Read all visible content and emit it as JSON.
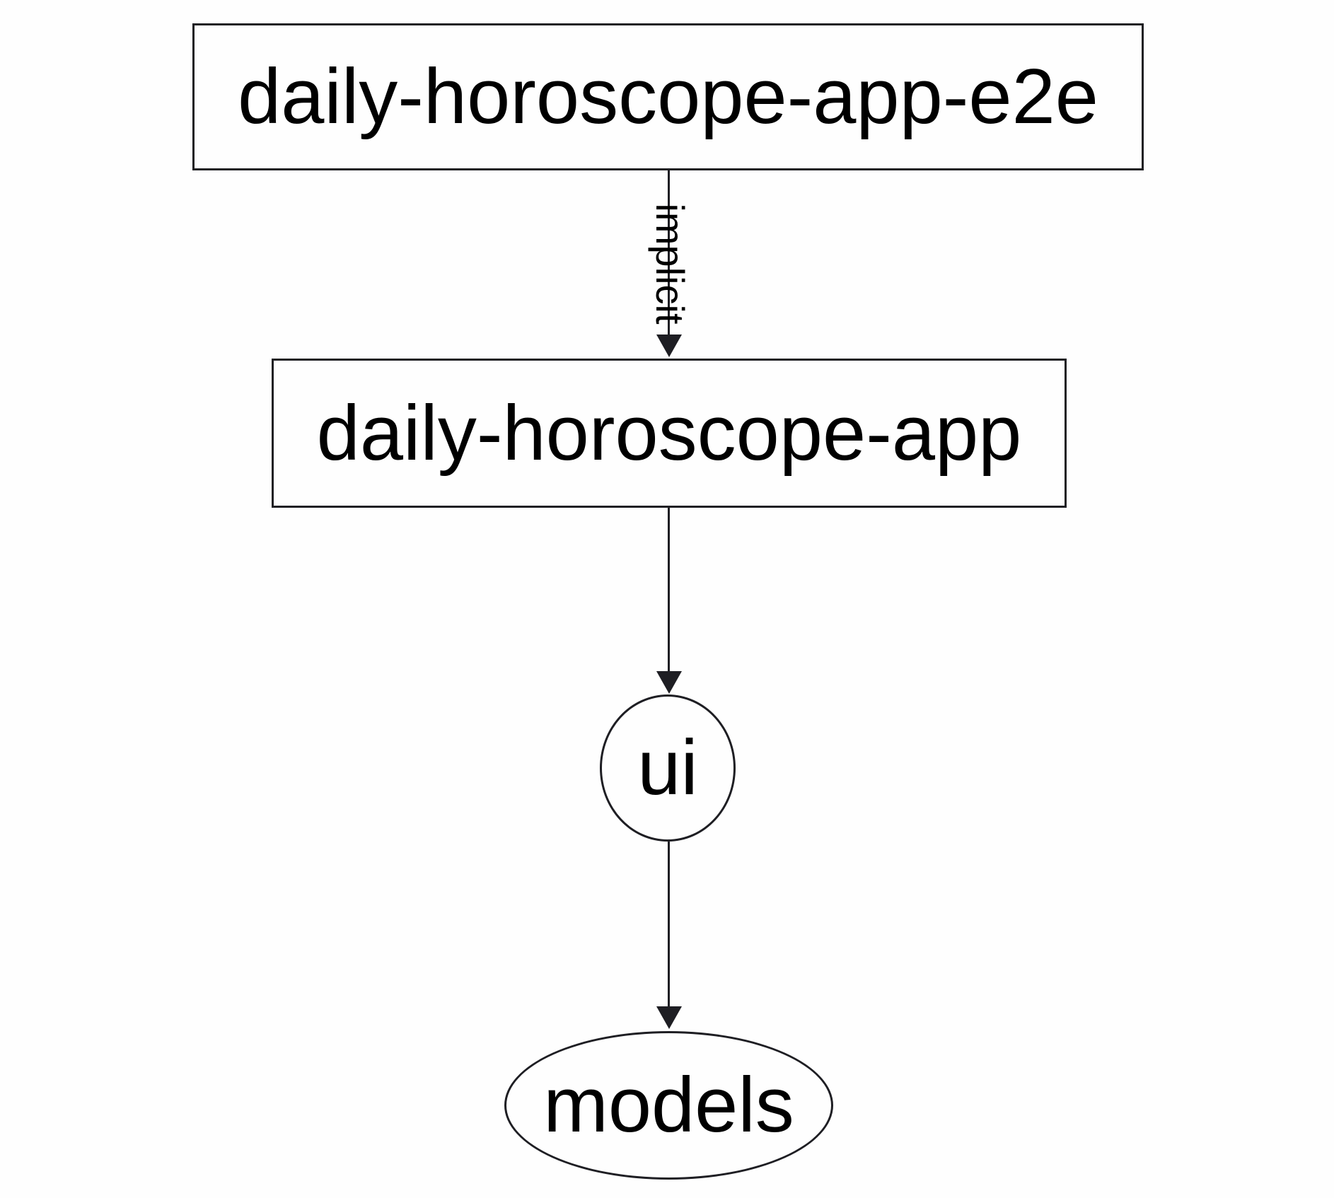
{
  "diagram": {
    "type": "dependency-graph",
    "nodes": [
      {
        "id": "daily-horoscope-app-e2e",
        "label": "daily-horoscope-app-e2e",
        "shape": "rectangle"
      },
      {
        "id": "daily-horoscope-app",
        "label": "daily-horoscope-app",
        "shape": "rectangle"
      },
      {
        "id": "ui",
        "label": "ui",
        "shape": "ellipse"
      },
      {
        "id": "models",
        "label": "models",
        "shape": "ellipse"
      }
    ],
    "edges": [
      {
        "from": "daily-horoscope-app-e2e",
        "to": "daily-horoscope-app",
        "label": "implicit",
        "style": "solid"
      },
      {
        "from": "daily-horoscope-app",
        "to": "ui",
        "label": "",
        "style": "solid"
      },
      {
        "from": "ui",
        "to": "models",
        "label": "",
        "style": "solid"
      }
    ],
    "colors": {
      "stroke": "#1e1e23",
      "text": "#000000",
      "background": "#fefefe"
    }
  }
}
